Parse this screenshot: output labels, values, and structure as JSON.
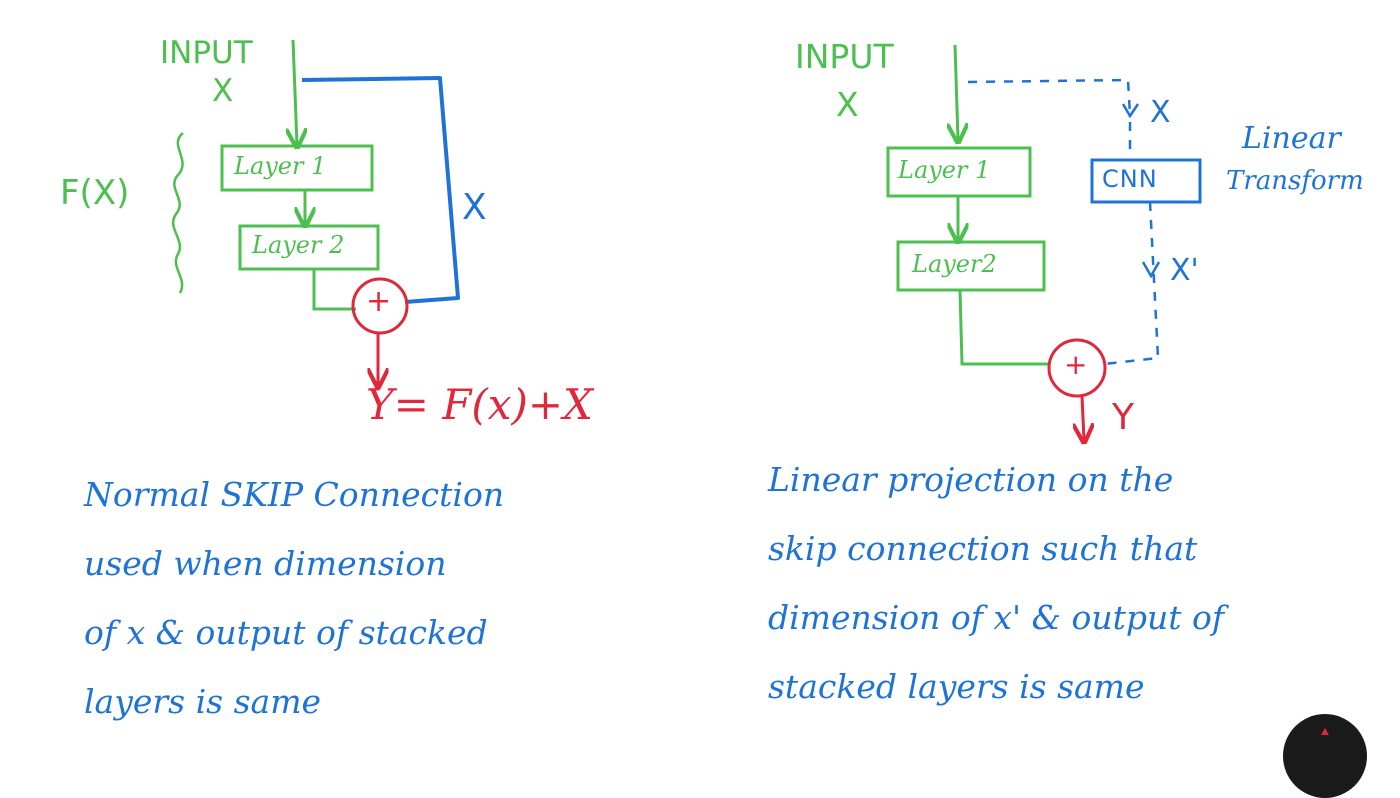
{
  "colors": {
    "green": "#4cbf4f",
    "blue": "#1f73d6",
    "red": "#e0283c"
  },
  "left": {
    "input_label": "INPUT",
    "x_label": "X",
    "fx_label": "F(X)",
    "layer1": "Layer 1",
    "layer2": "Layer 2",
    "plus": "+",
    "skip_x_label": "X",
    "output_eq": "Y= F(x)+X",
    "caption": [
      "Normal SKIP Connection",
      "used when dimension",
      "of x & output of stacked",
      "layers is same"
    ]
  },
  "right": {
    "input_label": "INPUT",
    "x_label": "X",
    "layer1": "Layer 1",
    "layer2": "Layer2",
    "cnn": "CNN",
    "branch_x": "X",
    "branch_x_prime": "X'",
    "transform_line1": "Linear",
    "transform_line2": "Transform",
    "plus": "+",
    "output_y": "Y",
    "caption": [
      "Linear projection on the",
      "skip connection such that",
      "dimension of x' & output of",
      "stacked layers is same"
    ]
  }
}
